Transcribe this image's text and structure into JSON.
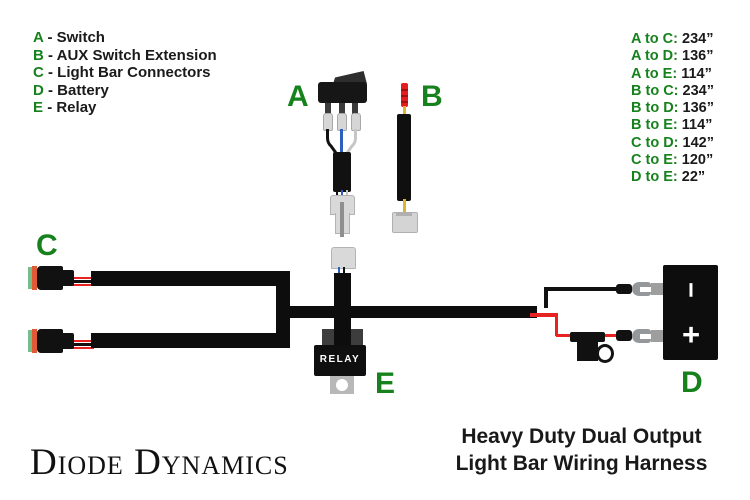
{
  "colors": {
    "accent_green": "#17821d",
    "text_dark": "#1a1a1a",
    "harness_black": "#0d0d0d",
    "wire_red": "#e82121",
    "wire_blue": "#2b5fc0",
    "wire_yellow": "#e0b52e",
    "wire_gray": "#c6c6c6",
    "connector_orange": "#e05a36",
    "connector_green": "#77bd8b",
    "terminal_gray": "#95989a"
  },
  "legend": {
    "items": [
      {
        "letter": "A",
        "label": "- Switch"
      },
      {
        "letter": "B",
        "label": "- AUX Switch Extension"
      },
      {
        "letter": "C",
        "label": "- Light Bar Connectors"
      },
      {
        "letter": "D",
        "label": "- Battery"
      },
      {
        "letter": "E",
        "label": "- Relay"
      }
    ]
  },
  "measurements": {
    "items": [
      {
        "label": "A to C:",
        "value": "234”"
      },
      {
        "label": "A to D:",
        "value": "136”"
      },
      {
        "label": "A to E:",
        "value": "114”"
      },
      {
        "label": "B to C:",
        "value": "234”"
      },
      {
        "label": "B to D:",
        "value": "136”"
      },
      {
        "label": "B to E:",
        "value": "114”"
      },
      {
        "label": "C to D:",
        "value": "142”"
      },
      {
        "label": "C to E:",
        "value": "120”"
      },
      {
        "label": "D to E:",
        "value": "22”"
      }
    ]
  },
  "diagram": {
    "labels": {
      "a": "A",
      "b": "B",
      "c": "C",
      "d": "D",
      "e": "E"
    },
    "relay_text": "RELAY",
    "battery": {
      "minus": "−",
      "plus": "+"
    }
  },
  "footer": {
    "logo": "Diode Dynamics",
    "title_line1": "Heavy Duty Dual Output",
    "title_line2": "Light Bar Wiring Harness"
  }
}
